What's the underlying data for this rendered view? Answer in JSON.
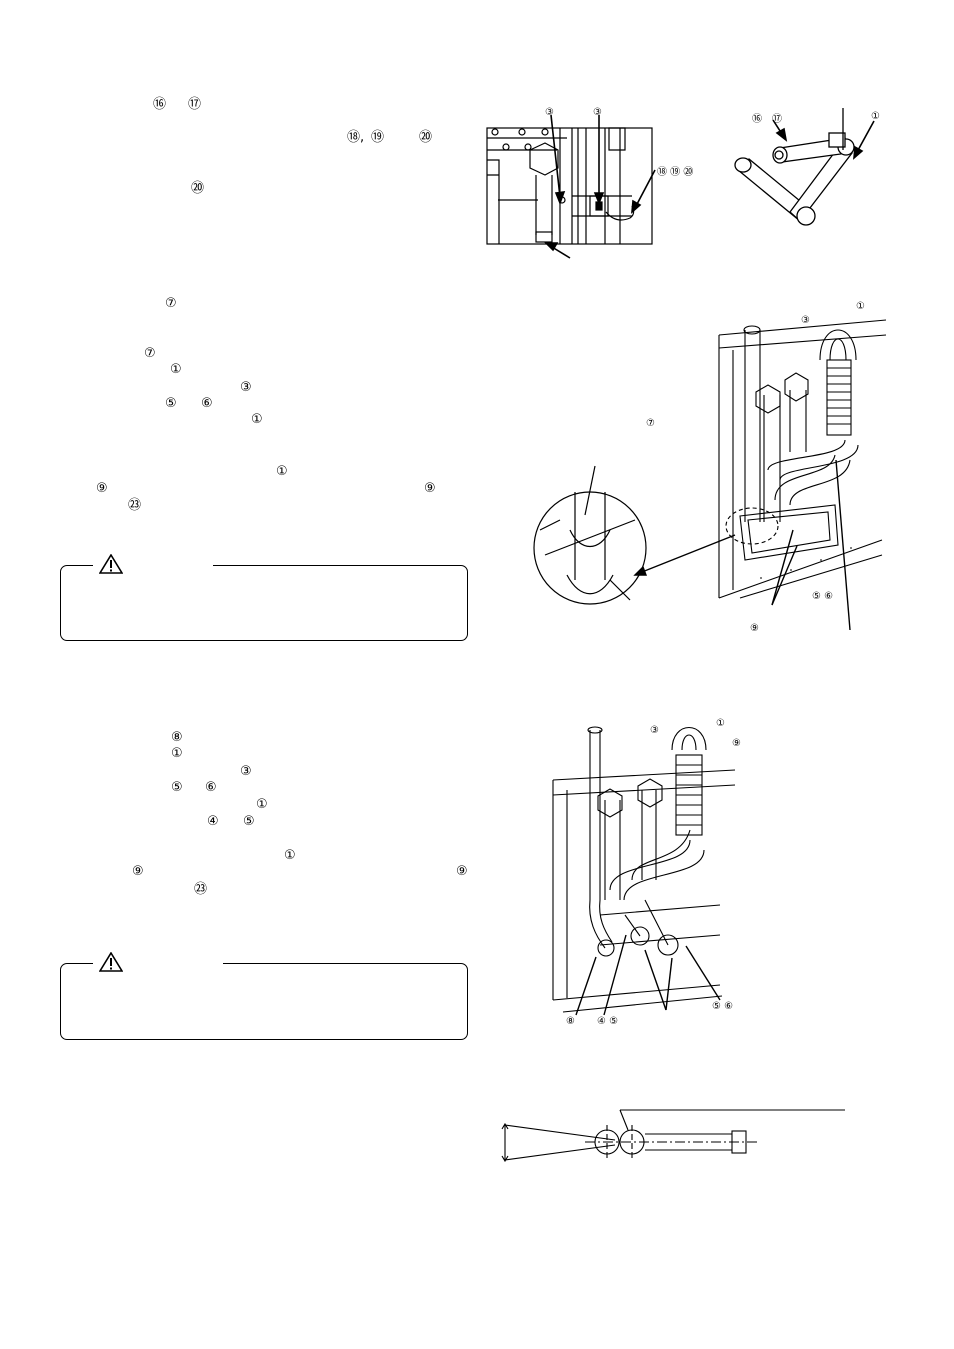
{
  "page": {
    "text_markers": {
      "p1_16": "⑯",
      "p1_17": "⑰",
      "p1_18": "⑱,",
      "p1_19": "⑲",
      "p1_20": "⑳",
      "p1_20b": "⑳",
      "s2_7a": "⑦",
      "s2_7b": "⑦",
      "s2_1a": "①",
      "s2_3": "③",
      "s2_5": "⑤",
      "s2_6": "⑥",
      "s2_1b": "①",
      "s2_1c": "①",
      "s2_9a": "⑨",
      "s2_9b": "⑨",
      "s2_23": "㉓",
      "s3_8": "⑧",
      "s3_1a": "①",
      "s3_3": "③",
      "s3_5a": "⑤",
      "s3_6": "⑥",
      "s3_1b": "①",
      "s3_4": "④",
      "s3_5b": "⑤",
      "s3_1c": "①",
      "s3_9a": "⑨",
      "s3_9b": "⑨",
      "s3_23": "㉓"
    },
    "caution_icon": "warning-triangle-icon",
    "fig1": {
      "m3a": "③",
      "m3b": "③",
      "m181920": "⑱ ⑲ ⑳"
    },
    "fig2": {
      "m16": "⑯",
      "m17": "⑰",
      "m1": "①"
    },
    "fig3": {
      "m3": "③",
      "m1": "①",
      "m7": "⑦",
      "m56": "⑤ ⑥",
      "m9": "⑨"
    },
    "fig4": {
      "m3": "③",
      "m1": "①",
      "m9": "⑨",
      "m8": "⑧",
      "m45": "④ ⑤",
      "m56": "⑤ ⑥"
    }
  }
}
